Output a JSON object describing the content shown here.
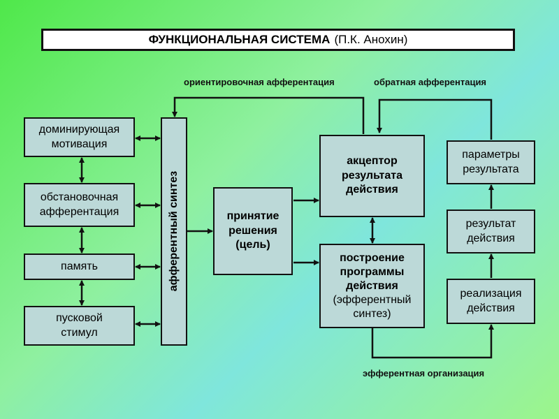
{
  "title": {
    "bold": "ФУНКЦИОНАЛЬНАЯ СИСТЕМА",
    "normal": "(П.К. Анохин)"
  },
  "left_inputs": [
    {
      "line1": "доминирующая",
      "line2": "мотивация"
    },
    {
      "line1": "обстановочная",
      "line2": "афферентация"
    },
    {
      "line1": "память",
      "line2": ""
    },
    {
      "line1": "пусковой",
      "line2": "стимул"
    }
  ],
  "afferent_synthesis": "афферентный синтез",
  "decision": {
    "line1": "принятие",
    "line2": "решения",
    "line3": "(цель)"
  },
  "acceptor": {
    "line1": "акцептор",
    "line2": "результата",
    "line3": "действия"
  },
  "program": {
    "line1": "построение",
    "line2": "программы",
    "line3": "действия",
    "line4": "(эфферентный",
    "line5": "синтез)"
  },
  "right_column": [
    {
      "line1": "параметры",
      "line2": "результата"
    },
    {
      "line1": "результат",
      "line2": "действия"
    },
    {
      "line1": "реализация",
      "line2": "действия"
    }
  ],
  "captions": {
    "orienting": "ориентировочная афферентация",
    "feedback": "обратная афферентация",
    "efferent": "эфферентная организация"
  }
}
